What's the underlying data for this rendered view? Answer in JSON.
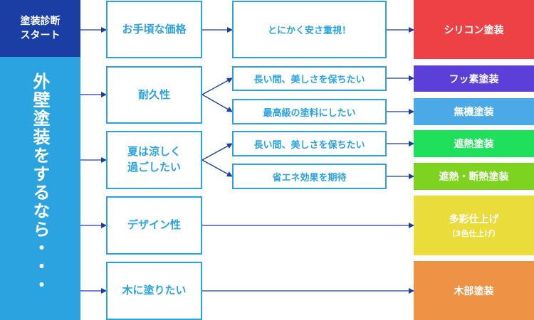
{
  "start": {
    "line1": "塗装診断",
    "line2": "スタート"
  },
  "side_label": "外壁塗装をするなら・・・",
  "questions": [
    {
      "label": "お手頃な価格"
    },
    {
      "label": "耐久性"
    },
    {
      "line1": "夏は涼しく",
      "line2": "過ごしたい"
    },
    {
      "label": "デザイン性"
    },
    {
      "label": "木に塗りたい"
    }
  ],
  "subs": [
    {
      "label": "とにかく安さ重視！"
    },
    {
      "label": "長い間、美しさを保ちたい"
    },
    {
      "label": "最高級の塗料にしたい"
    },
    {
      "label": "長い間、美しさを保ちたい"
    },
    {
      "label": "省エネ効果を期待"
    }
  ],
  "results": [
    {
      "label": "シリコン塗装",
      "color": "#ec4246"
    },
    {
      "label": "フッ素塗装",
      "color": "#5b3fd8"
    },
    {
      "label": "無機塗装",
      "color": "#4aa9e6"
    },
    {
      "label": "遮熱塗装",
      "color": "#1ee05b"
    },
    {
      "label": "遮熱・断熱塗装",
      "color": "#7ed321"
    },
    {
      "label": "多彩仕上げ",
      "sub": "（3色仕上げ）",
      "color": "#e9dc3b"
    },
    {
      "label": "木部塗装",
      "color": "#ee9345"
    }
  ],
  "colors": {
    "line": "#1a3ea3",
    "box_border": "#2aa3e0",
    "start_bg": "#1a3ea3",
    "side_bg": "#2aa3e0"
  }
}
